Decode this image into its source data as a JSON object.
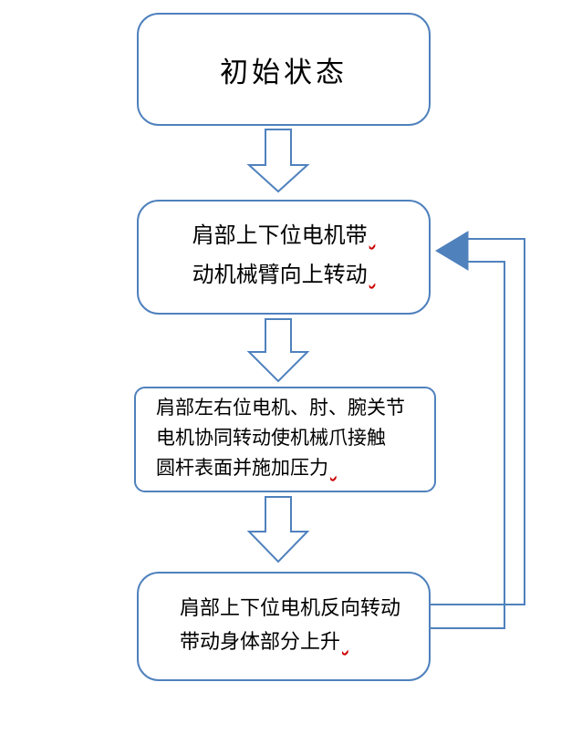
{
  "flowchart": {
    "nodes": [
      {
        "id": "start",
        "label": "初始状态"
      },
      {
        "id": "step1",
        "lines": [
          "肩部上下位电机带",
          "动机械臂向上转动"
        ]
      },
      {
        "id": "step2",
        "lines": [
          "肩部左右位电机、肘、腕关节",
          "电机协同转动使机械爪接触",
          "圆杆表面并施加压力"
        ]
      },
      {
        "id": "step3",
        "lines": [
          "肩部上下位电机反向转动",
          "带动身体部分上升"
        ]
      }
    ],
    "connectors": [
      {
        "from": "start",
        "to": "step1",
        "type": "block-arrow-down"
      },
      {
        "from": "step1",
        "to": "step2",
        "type": "block-arrow-down"
      },
      {
        "from": "step2",
        "to": "step3",
        "type": "block-arrow-down"
      },
      {
        "from": "step3",
        "to": "step1",
        "type": "feedback-loop-left-arrow"
      }
    ],
    "colors": {
      "shape_border": "#4f81bd",
      "shape_fill": "#ffffff",
      "arrowhead_fill": "#4f81bd",
      "proofing_mark": "#cc0000",
      "text": "#000000"
    }
  }
}
